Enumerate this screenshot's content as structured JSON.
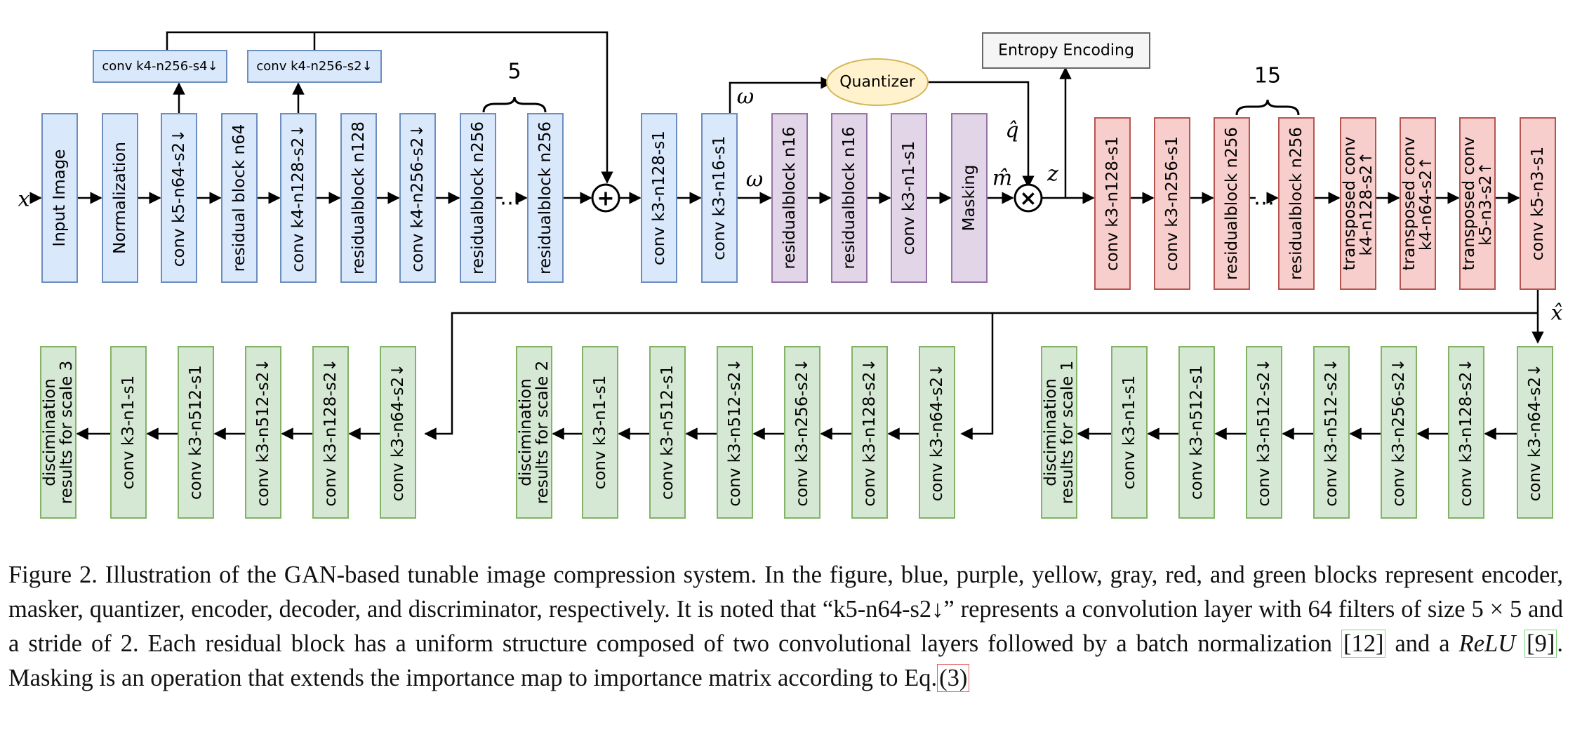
{
  "colors": {
    "encoder_fill": "#dae8fc",
    "encoder_stroke": "#6c8ebf",
    "masker_fill": "#e1d5e7",
    "masker_stroke": "#9673a6",
    "quantizer_fill": "#fff2cc",
    "quantizer_stroke": "#d6b656",
    "entropy_fill": "#f5f5f5",
    "entropy_stroke": "#666666",
    "decoder_fill": "#f8cecc",
    "decoder_stroke": "#b85450",
    "disc_fill": "#d5e8d4",
    "disc_stroke": "#82b366"
  },
  "symbols": {
    "x": "x",
    "omega_top": "ω",
    "omega_mid": "ω",
    "q_hat": "q̂",
    "m_hat": "m̂",
    "z": "z",
    "x_hat": "x̂",
    "plus": "+",
    "times": "×",
    "ellipsis": "…"
  },
  "encoder": {
    "blocks": [
      "Input Image",
      "Normalization",
      "conv k5-n64-s2↓",
      "residual block n64",
      "conv k4-n128-s2↓",
      "residualblock n128",
      "conv k4-n256-s2↓",
      "residualblock n256",
      "residualblock n256",
      "conv k3-n128-s1",
      "conv k3-n16-s1"
    ],
    "branch_1": "conv k4-n256-s4↓",
    "branch_2": "conv k4-n256-s2↓",
    "repeat_count": "5"
  },
  "masker": {
    "blocks": [
      "residualblock n16",
      "residualblock n16",
      "conv k3-n1-s1",
      "Masking"
    ]
  },
  "quantizer": {
    "label": "Quantizer"
  },
  "entropy": {
    "label": "Entropy Encoding"
  },
  "decoder": {
    "blocks": [
      "conv k3-n128-s1",
      "conv k3-n256-s1",
      "residualblock n256",
      "residualblock n256",
      "transposed conv k4-n128-s2↑",
      "transposed conv k4-n64-s2↑",
      "transposed conv k5-n3-s2↑",
      "conv k5-n3-s1"
    ],
    "repeat_count": "15"
  },
  "discriminators": [
    {
      "blocks": [
        "discimination results for scale 3",
        "conv k3-n1-s1",
        "conv k3-n512-s1",
        "conv k3-n512-s2↓",
        "conv k3-n128-s2↓",
        "conv k3-n64-s2↓"
      ]
    },
    {
      "blocks": [
        "discimination results for scale 2",
        "conv k3-n1-s1",
        "conv k3-n512-s1",
        "conv k3-n512-s2↓",
        "conv k3-n256-s2↓",
        "conv k3-n128-s2↓",
        "conv k3-n64-s2↓"
      ]
    },
    {
      "blocks": [
        "discimination results for scale 1",
        "conv k3-n1-s1",
        "conv k3-n512-s1",
        "conv k3-n512-s2↓",
        "conv k3-n512-s2↓",
        "conv k3-n256-s2↓",
        "conv k3-n128-s2↓",
        "conv k3-n64-s2↓"
      ]
    }
  ],
  "caption": {
    "p1": "Figure 2. Illustration of the GAN-based tunable image compression system.  In the figure, blue, purple, yellow, gray, red, and green blocks represent encoder, masker, quantizer, encoder, decoder, and discriminator, respectively. It is noted that “k5-n64-s2↓” represents a convolution layer with 64 filters of size 5 × 5 and a stride of 2. Each residual block has a uniform structure composed of two convolutional layers followed by a batch normalization ",
    "cite1": "[12]",
    "p2": " and a ",
    "relu": "ReLU",
    "p3": " ",
    "cite2": "[9]",
    "p4": ". Masking is an operation that extends the importance map to importance matrix according to Eq.",
    "eq": "(3)"
  }
}
